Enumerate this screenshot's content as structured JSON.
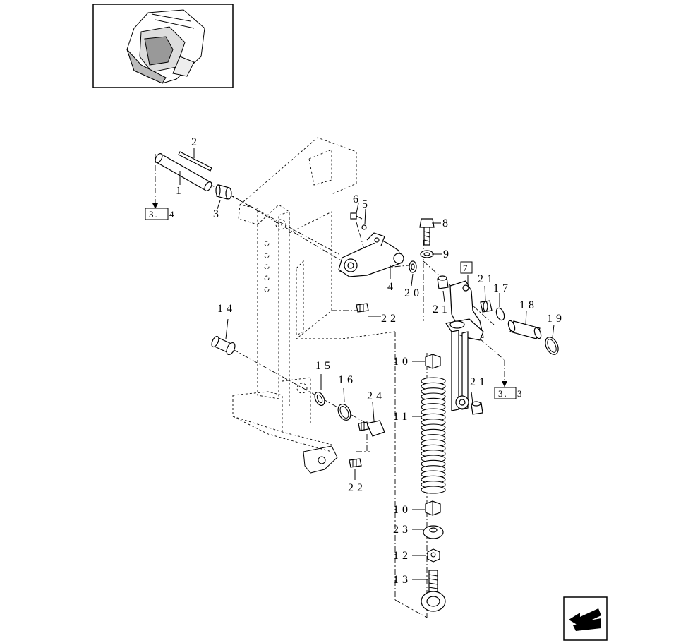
{
  "labels": {
    "l1": "1",
    "l2": "2",
    "l3": "3",
    "l4": "4",
    "l5": "5",
    "l6": "6",
    "l8": "8",
    "l9": "9",
    "l10a": "10",
    "l10b": "10",
    "l11": "11",
    "l12": "12",
    "l13": "13",
    "l14": "14",
    "l15": "15",
    "l16": "16",
    "l17": "17",
    "l18": "18",
    "l19": "19",
    "l20": "20",
    "l21a": "21",
    "l21b": "21",
    "l21c": "21",
    "l22a": "22",
    "l22b": "22",
    "l23": "23",
    "l24": "24"
  },
  "refs": {
    "ref34_box": "3.",
    "ref34_num": "4",
    "ref33_box": "3.",
    "ref33_num": "3",
    "box7": "7"
  },
  "icons": {
    "thumbnail": "machine-thumbnail-icon",
    "nav": "back-arrow-icon"
  }
}
